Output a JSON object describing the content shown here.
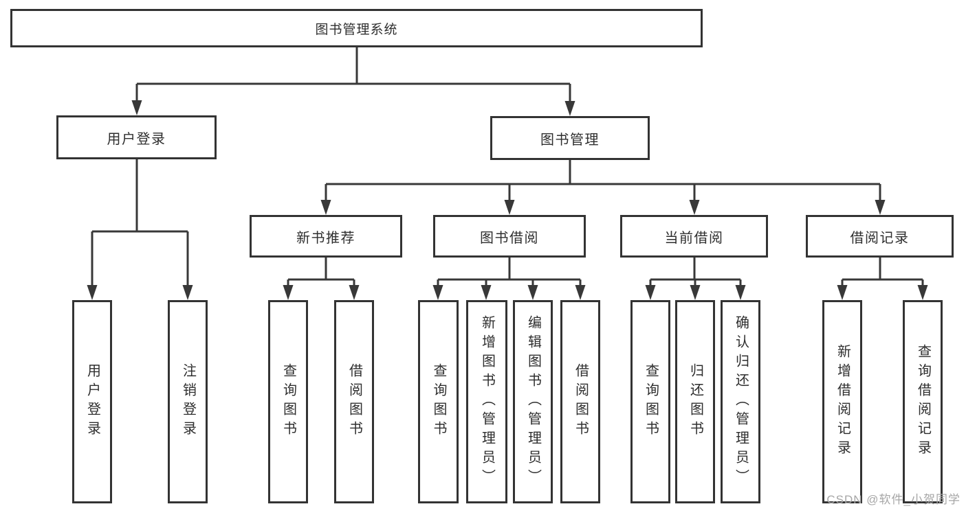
{
  "diagram": {
    "type": "tree",
    "root": {
      "label": "图书管理系统",
      "children": [
        {
          "label": "用户登录",
          "children": [
            {
              "label": "用户登录"
            },
            {
              "label": "注销登录"
            }
          ]
        },
        {
          "label": "图书管理",
          "children": [
            {
              "label": "新书推荐",
              "children": [
                {
                  "label": "查询图书"
                },
                {
                  "label": "借阅图书"
                }
              ]
            },
            {
              "label": "图书借阅",
              "children": [
                {
                  "label": "查询图书"
                },
                {
                  "label": "新增图书（管理员）"
                },
                {
                  "label": "编辑图书（管理员）"
                },
                {
                  "label": "借阅图书"
                }
              ]
            },
            {
              "label": "当前借阅",
              "children": [
                {
                  "label": "查询图书"
                },
                {
                  "label": "归还图书"
                },
                {
                  "label": "确认归还（管理员）"
                }
              ]
            },
            {
              "label": "借阅记录",
              "children": [
                {
                  "label": "新增借阅记录"
                },
                {
                  "label": "查询借阅记录"
                }
              ]
            }
          ]
        }
      ]
    }
  },
  "watermark": {
    "text": "CSDN @软件_小贺同学"
  },
  "colors": {
    "line": "#383838",
    "box_border": "#333333",
    "text": "#2e2e2e",
    "watermark": "#a6a6a6",
    "background": "#ffffff"
  }
}
